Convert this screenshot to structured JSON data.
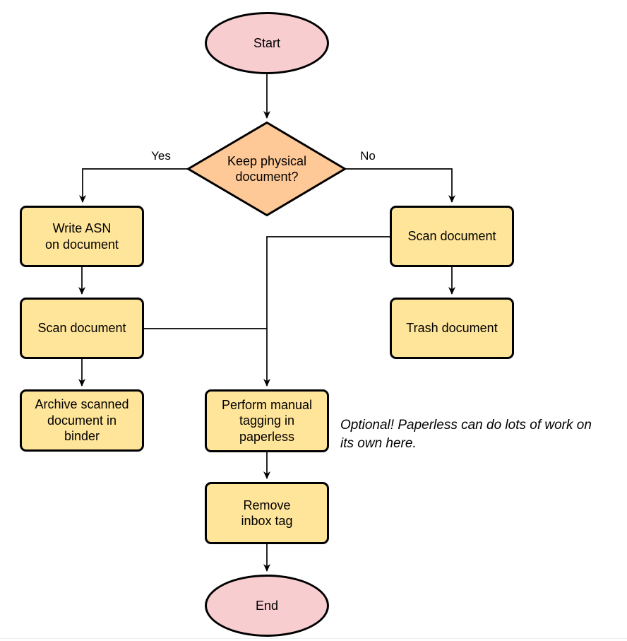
{
  "flowchart": {
    "nodes": {
      "start": {
        "label": "Start",
        "shape": "ellipse"
      },
      "decision": {
        "label": "Keep physical\ndocument?",
        "shape": "diamond"
      },
      "write_asn": {
        "label": "Write ASN\non document",
        "shape": "rounded-rect"
      },
      "scan_left": {
        "label": "Scan document",
        "shape": "rounded-rect"
      },
      "archive": {
        "label": "Archive scanned\ndocument in\nbinder",
        "shape": "rounded-rect"
      },
      "scan_right": {
        "label": "Scan document",
        "shape": "rounded-rect"
      },
      "trash": {
        "label": "Trash document",
        "shape": "rounded-rect"
      },
      "perform_tagging": {
        "label": "Perform manual\ntagging in\npaperless",
        "shape": "rounded-rect"
      },
      "remove_inbox": {
        "label": "Remove\ninbox tag",
        "shape": "rounded-rect"
      },
      "end": {
        "label": "End",
        "shape": "ellipse"
      }
    },
    "edge_labels": {
      "yes": "Yes",
      "no": "No"
    },
    "note": "Optional! Paperless can do lots of work on\nits own here.",
    "colors": {
      "terminal_fill": "#f8cdd0",
      "decision_fill": "#ffc897",
      "process_fill": "#ffe59a",
      "stroke": "#000000"
    }
  }
}
